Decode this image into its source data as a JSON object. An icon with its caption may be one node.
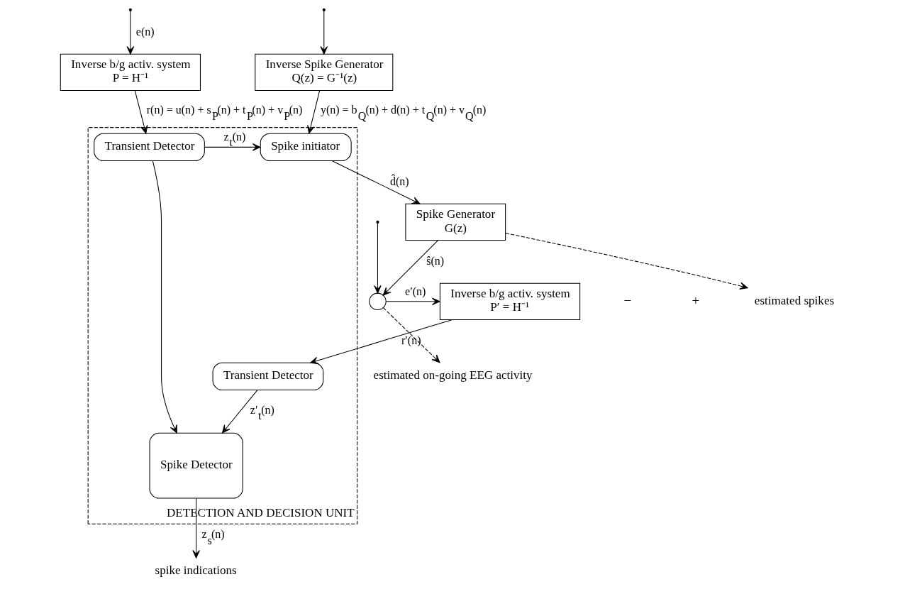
{
  "diagram": {
    "nodes": [
      {
        "text": [
          "Inverse b/g activ. system",
          "P = H⁻¹"
        ]
      },
      {
        "text": [
          "Inverse Spike Generator",
          "Q(z) = G⁻¹(z)"
        ]
      },
      {
        "text": [
          "DETECTION AND DECISION UNIT"
        ]
      },
      {
        "text": [
          "Transient Detector"
        ],
        "in": 2
      },
      {
        "text": [
          "Spike initiator"
        ],
        "in": 2
      },
      {
        "text": [
          "Spike Detector"
        ],
        "in": 2
      },
      {
        "text": [
          "Transient Detector"
        ],
        "in": 2
      },
      {
        "text": [
          "Spike Generator",
          "G(z)"
        ]
      },
      {
        "text": [],
        "shape": "circle"
      },
      {
        "text": [
          "Inverse b/g activ. system",
          "P′ = H⁻¹"
        ]
      },
      {
        "text": [
          "spike indications"
        ]
      },
      {
        "text": [
          "estimated on-going EEG activity"
        ]
      },
      {
        "text": [
          "estimated spikes"
        ]
      }
    ],
    "edges": [
      {
        "from": null,
        "to": 0,
        "arrow": "to",
        "label": "e(n)"
      },
      {
        "from": null,
        "to": 1,
        "arrow": "to"
      },
      {
        "from": null,
        "to": 8,
        "arrow": "to"
      },
      {
        "from": 0,
        "to": 3,
        "arrow": "to",
        "label": "r(n) = u(n) + s$_{P}$(n) + t$_{P}$(n) + v$_{P}$(n)"
      },
      {
        "from": 1,
        "to": 4,
        "arrow": "to",
        "label": "y(n) = b$_{Q}$(n) + d(n) + t$_{Q}$(n) + v$_{Q}$(n)"
      },
      {
        "from": 3,
        "to": 4,
        "arrow": "to",
        "label": "z$_{t}$(n)"
      },
      {
        "from": 3,
        "to": 5,
        "arrow": "to"
      },
      {
        "from": 6,
        "to": 5,
        "arrow": "to",
        "label": "z′$_{t}$(n)"
      },
      {
        "from": 4,
        "to": 7,
        "arrow": "to",
        "label": "d̂(n)"
      },
      {
        "from": 7,
        "to": 8,
        "arrow": "to",
        "label": "ŝ(n)"
      },
      {
        "from": 7,
        "to": 12,
        "arrow": "to",
        "style": "dashed"
      },
      {
        "from": 8,
        "to": 9,
        "arrow": "to",
        "label": "e′(n)"
      },
      {
        "from": 8,
        "to": 11,
        "arrow": "to",
        "style": "dashed"
      },
      {
        "from": 9,
        "to": 6,
        "arrow": "to",
        "label": "r′(n)"
      },
      {
        "from": 5,
        "to": 10,
        "arrow": "to",
        "label": "z$_{s}$(n)"
      }
    ],
    "labels": [
      "−",
      "+"
    ]
  }
}
